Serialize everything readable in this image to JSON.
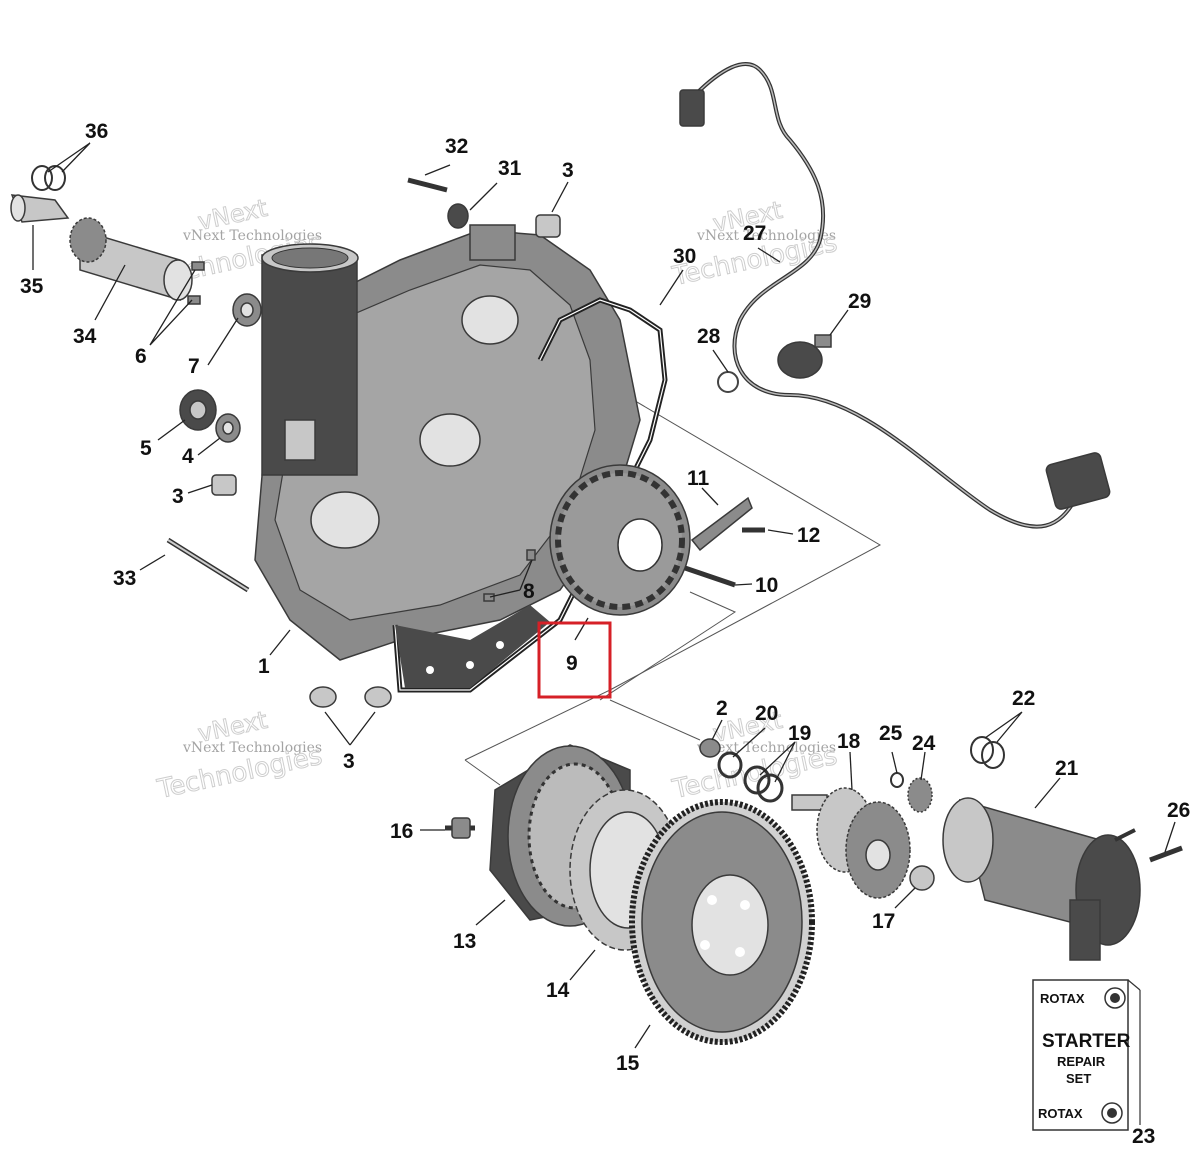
{
  "watermark": {
    "line1": "vNext Technologies",
    "line2": "vNext",
    "line3": "Technologies"
  },
  "callouts": [
    {
      "id": "36",
      "label": "36"
    },
    {
      "id": "35",
      "label": "35"
    },
    {
      "id": "34",
      "label": "34"
    },
    {
      "id": "6",
      "label": "6"
    },
    {
      "id": "7",
      "label": "7"
    },
    {
      "id": "5",
      "label": "5"
    },
    {
      "id": "4",
      "label": "4"
    },
    {
      "id": "3a",
      "label": "3"
    },
    {
      "id": "33",
      "label": "33"
    },
    {
      "id": "1",
      "label": "1"
    },
    {
      "id": "3b",
      "label": "3"
    },
    {
      "id": "32",
      "label": "32"
    },
    {
      "id": "31",
      "label": "31"
    },
    {
      "id": "3c",
      "label": "3"
    },
    {
      "id": "30",
      "label": "30"
    },
    {
      "id": "27",
      "label": "27"
    },
    {
      "id": "29",
      "label": "29"
    },
    {
      "id": "28",
      "label": "28"
    },
    {
      "id": "11",
      "label": "11"
    },
    {
      "id": "12",
      "label": "12"
    },
    {
      "id": "10",
      "label": "10"
    },
    {
      "id": "8",
      "label": "8"
    },
    {
      "id": "9",
      "label": "9"
    },
    {
      "id": "2",
      "label": "2"
    },
    {
      "id": "20",
      "label": "20"
    },
    {
      "id": "19",
      "label": "19"
    },
    {
      "id": "18",
      "label": "18"
    },
    {
      "id": "25",
      "label": "25"
    },
    {
      "id": "24",
      "label": "24"
    },
    {
      "id": "22",
      "label": "22"
    },
    {
      "id": "21",
      "label": "21"
    },
    {
      "id": "26",
      "label": "26"
    },
    {
      "id": "16",
      "label": "16"
    },
    {
      "id": "13",
      "label": "13"
    },
    {
      "id": "14",
      "label": "14"
    },
    {
      "id": "15",
      "label": "15"
    },
    {
      "id": "17",
      "label": "17"
    },
    {
      "id": "23",
      "label": "23"
    }
  ],
  "highlight": {
    "part": "9",
    "color": "#d62027"
  },
  "repair_kit_card": {
    "brand_top": "ROTAX",
    "title": "STARTER",
    "line2": "REPAIR",
    "line3": "SET",
    "brand_bottom": "ROTAX"
  },
  "colors": {
    "part_dark": "#4a4a4a",
    "part_mid": "#8b8b8b",
    "part_light": "#c7c7c7",
    "leader": "#222222"
  }
}
